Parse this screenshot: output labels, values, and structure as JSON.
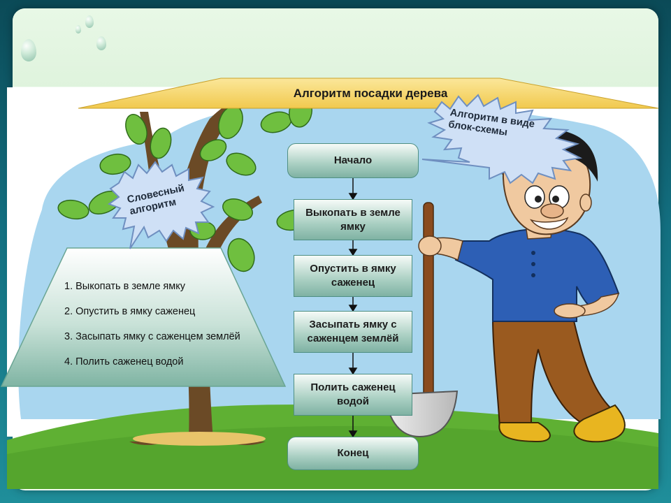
{
  "title": "Алгоритм посадки дерева",
  "callouts": {
    "verbal": "Словесный алгоритм",
    "flowchart": "Алгоритм в виде блок-схемы"
  },
  "verbal_steps": [
    "1. Выкопать в земле ямку",
    "2. Опустить в ямку саженец",
    "3. Засыпать ямку с саженцем землёй",
    "4. Полить саженец водой"
  ],
  "flowchart": {
    "start": "Начало",
    "steps": [
      "Выкопать в земле ямку",
      "Опустить в ямку саженец",
      "Засыпать ямку с саженцем землёй",
      "Полить саженец водой"
    ],
    "end": "Конец"
  },
  "colors": {
    "sky": "#a9d6ef",
    "grass": "#5fb033",
    "banner": "#f6d56a",
    "box_border": "#4f8f83",
    "shirt": "#2d5fb5",
    "pants": "#9a5a1f"
  },
  "icons": [
    "water-drop-icon",
    "tree-illustration",
    "boy-with-shovel-illustration"
  ]
}
